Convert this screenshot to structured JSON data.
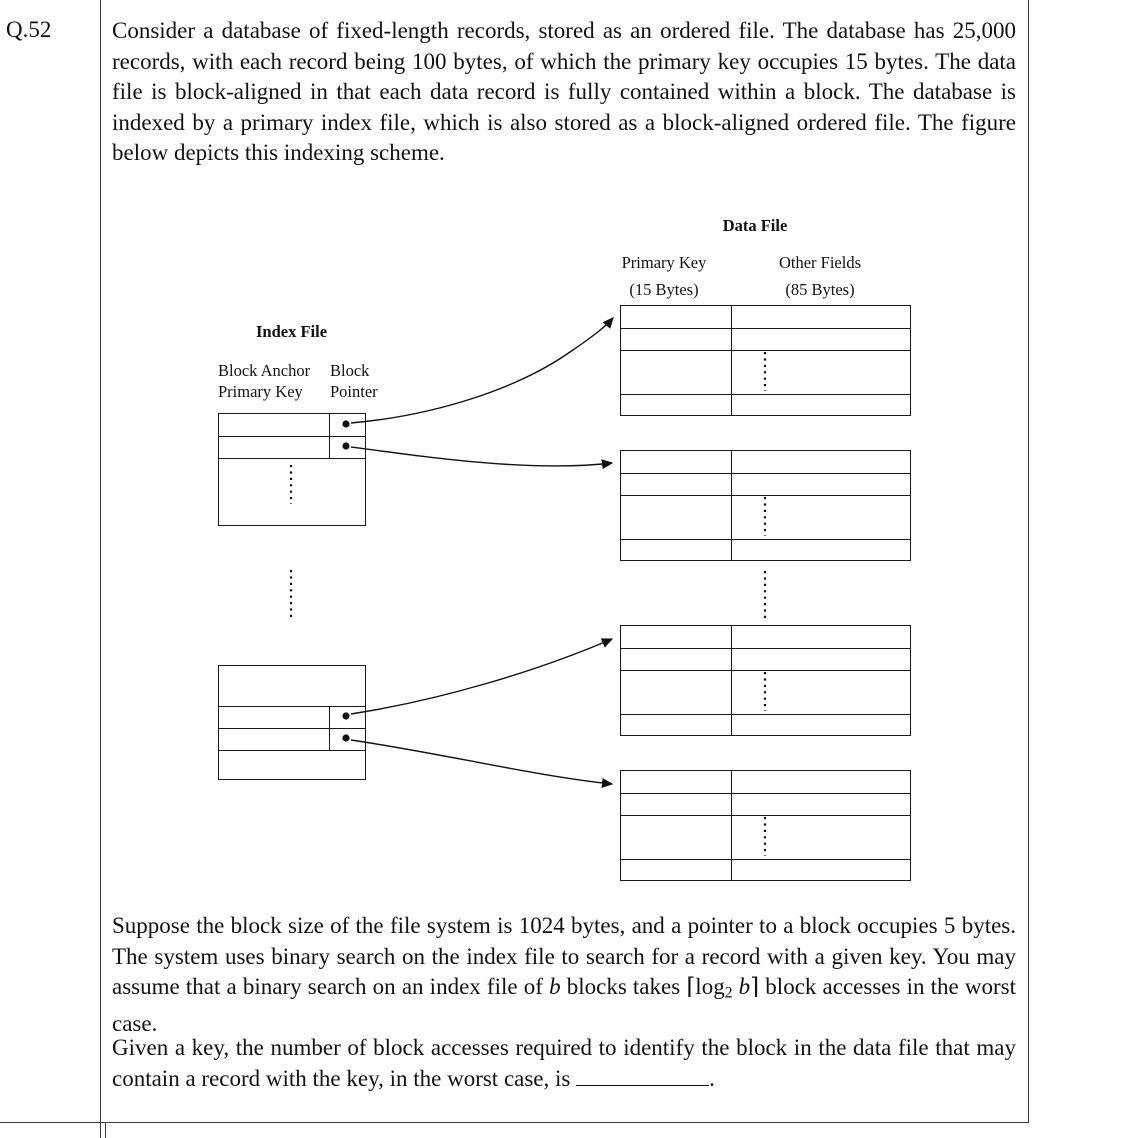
{
  "page": {
    "question_number": "Q.52"
  },
  "paragraphs": {
    "intro": "Consider a database of fixed-length records, stored as an ordered file. The database has 25,000 records, with each record being 100 bytes, of which the primary key occupies 15 bytes. The data file is block-aligned in that each data record is fully contained within a block. The database is indexed by a primary index file, which is also stored as a block-aligned ordered file. The figure below depicts this indexing scheme.",
    "suppose_segments": [
      {
        "t": "Suppose the block size of the file system is 1024 bytes, and a pointer to a block occupies 5 bytes. The system uses binary search on the index file to search for a record with a given key. You may assume that a binary search on an index file of "
      },
      {
        "t": "b",
        "c": "i"
      },
      {
        "t": " blocks takes ⌈log"
      },
      {
        "t": "2",
        "c": "sub"
      },
      {
        "t": " "
      },
      {
        "t": "b",
        "c": "i"
      },
      {
        "t": "⌉ block accesses in the worst case."
      }
    ],
    "given_segments": [
      {
        "t": "Given a key, the number of block accesses required to identify the block in the data file that may contain a record with the key, in the worst case, is "
      },
      {
        "t": "",
        "c": "blank"
      },
      {
        "t": "."
      }
    ]
  },
  "figure": {
    "data_file_title": "Data File",
    "index_file_title": "Index File",
    "primary_key_label": "Primary Key",
    "primary_key_bytes": "(15 Bytes)",
    "other_fields_label": "Other Fields",
    "other_fields_bytes": "(85 Bytes)",
    "block_anchor_label": "Block Anchor\nPrimary Key",
    "block_pointer_label": "Block\nPointer"
  }
}
